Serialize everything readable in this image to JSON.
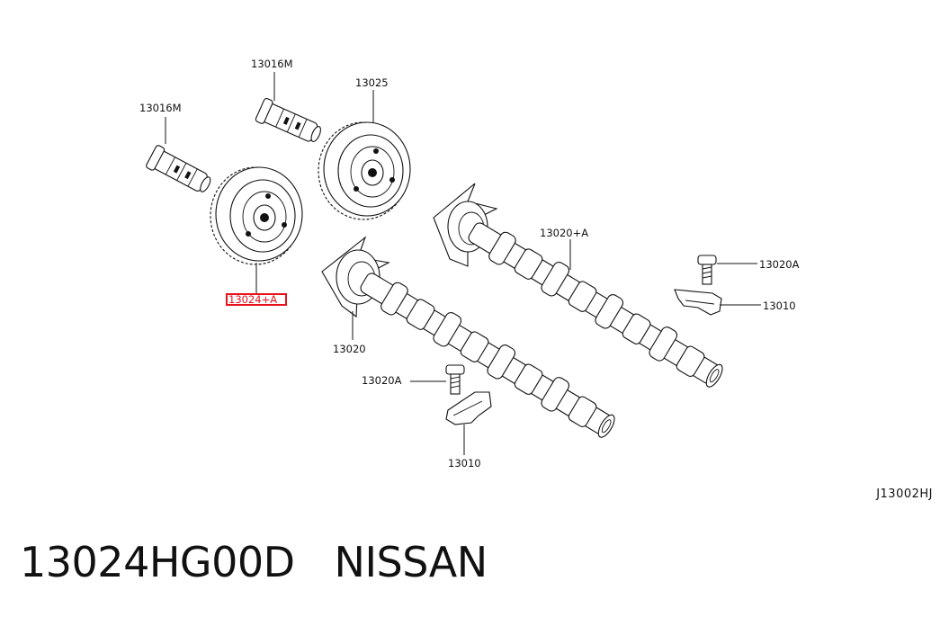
{
  "diagram": {
    "labels": {
      "solenoid_left": "13016M",
      "solenoid_right": "13016M",
      "sprocket_rear": "13025",
      "sprocket_front": "13024+A",
      "camshaft_rear": "13020+A",
      "camshaft_front": "13020",
      "bolt_right": "13020A",
      "bolt_lower": "13020A",
      "bracket_right": "13010",
      "bracket_lower": "13010"
    },
    "highlighted_part": "13024+A",
    "highlight_color": "#e8121c",
    "drawing_code": "J13002HJ"
  },
  "footer": {
    "part_number": "13024HG00D",
    "brand": "NISSAN"
  }
}
